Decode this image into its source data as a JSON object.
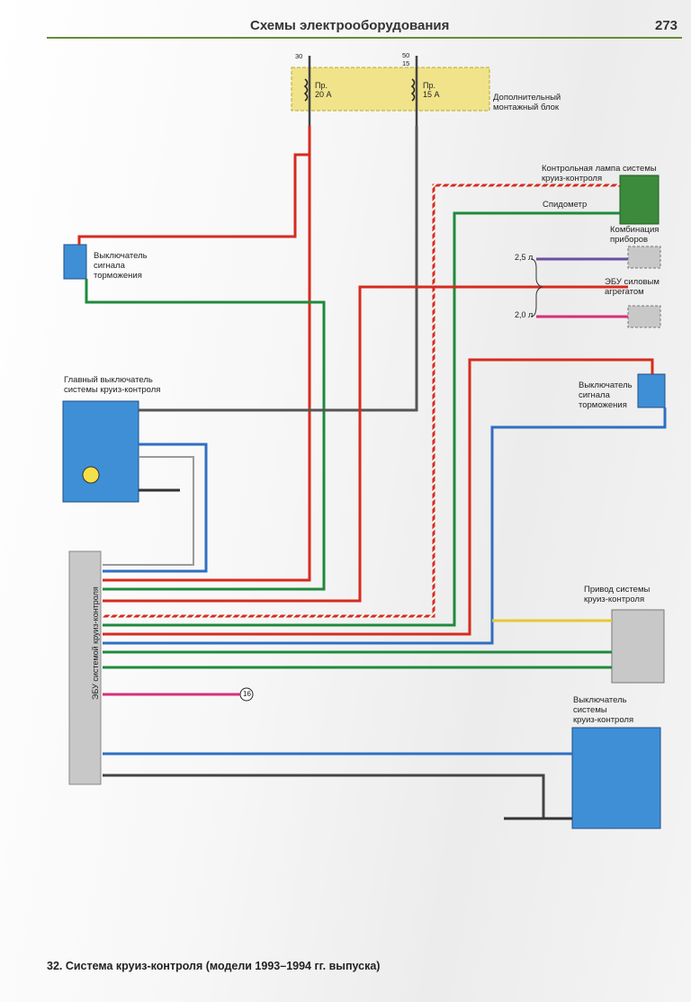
{
  "header": {
    "title": "Схемы электрооборудования",
    "page_number": "273"
  },
  "caption": "32. Система круиз-контроля (модели 1993–1994 гг. выпуска)",
  "fuse_block": {
    "label": "Дополнительный\nмонтажный блок",
    "fuse1_terminal": "30",
    "fuse1": "Пр.\n20 А",
    "fuse2_terminal_a": "50",
    "fuse2_terminal_b": "15",
    "fuse2": "Пр.\n15 А"
  },
  "components": {
    "brake_switch_left": "Выключатель\nсигнала\nторможения",
    "main_switch": "Главный выключатель\nсистемы круиз-контроля",
    "ecu": "ЭБУ системой круиз-контроля",
    "warning_lamp": "Контрольная лампа системы\nкруиз-контроля",
    "speedometer": "Спидометр",
    "instrument_cluster": "Комбинация\nприборов",
    "engine_ecu": "ЭБУ силовым\nагрегатом",
    "engine_25": "2,5 л",
    "engine_20": "2,0 л",
    "brake_switch_right": "Выключатель\nсигнала\nторможения",
    "actuator": "Привод системы\nкруиз-контроля",
    "cruise_switch": "Выключатель\nсистемы\nкруиз-контроля",
    "connector_ref": "16"
  },
  "colors": {
    "red": "#d62b1f",
    "green": "#1f8a3c",
    "blue": "#2f6fc4",
    "yellow": "#e8c832",
    "component_blue": "#3f8fd6",
    "fuse_yellow": "#f0e38a",
    "ecu_gray": "#c8c8c8",
    "lamp_green": "#3c8a3c"
  }
}
